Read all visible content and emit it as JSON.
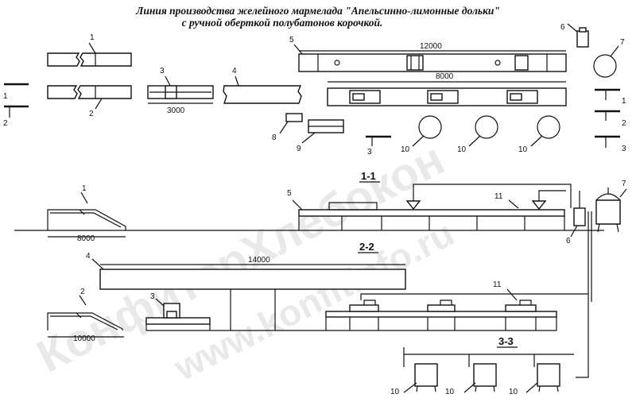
{
  "title": {
    "line1": "Линия производства желейного мармелада \"Апельсинно-лимонные дольки\"",
    "line2": "с ручной оберткой полубатонов корочкой."
  },
  "dimensions": {
    "d12000": "12000",
    "d8000_top": "8000",
    "d3000": "3000",
    "d8000_left": "8000",
    "d14000": "14000",
    "d10000": "10000"
  },
  "sections": {
    "s11": "1-1",
    "s22": "2-2",
    "s33": "3-3"
  },
  "positions": {
    "p1": "1",
    "p2": "2",
    "p3": "3",
    "p4": "4",
    "p5": "5",
    "p6": "6",
    "p7": "7",
    "p8": "8",
    "p9": "9",
    "p10": "10",
    "p11": "11"
  },
  "cut_marks": {
    "c1": "1",
    "c2": "2",
    "c3": "3"
  },
  "watermark": {
    "w1": "КонфитерХлебокон",
    "w2": "www.konfitinfo.ru"
  }
}
